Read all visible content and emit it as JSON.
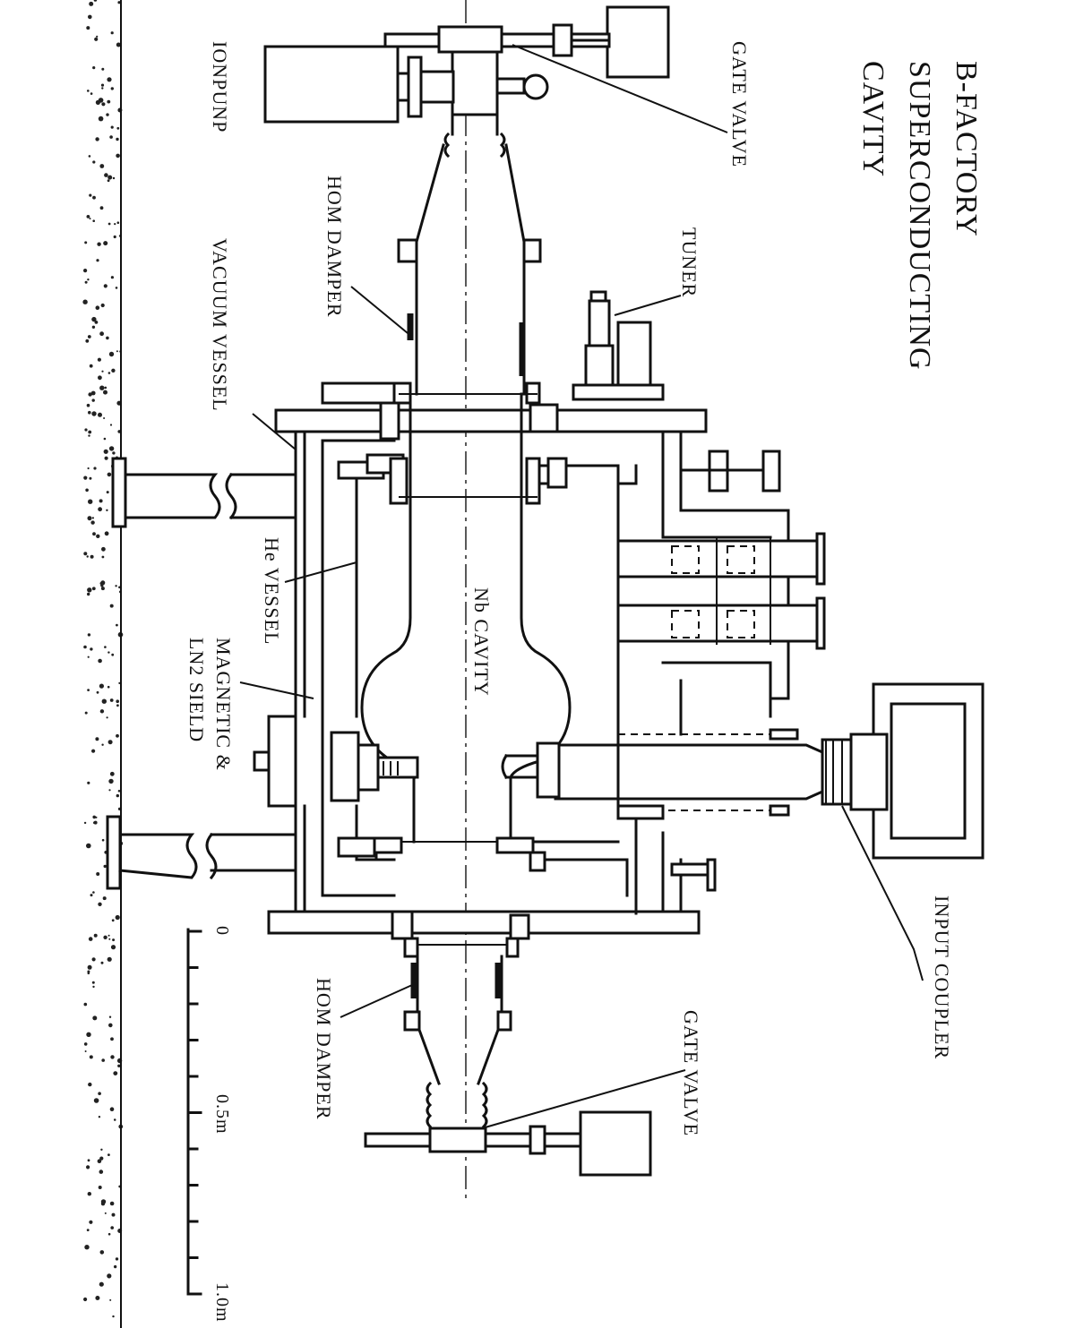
{
  "title_lines": [
    "B-FACTORY",
    "SUPERCONDUCTING",
    "CAVITY"
  ],
  "labels": {
    "gate_valve_top": "GATE VALVE",
    "gate_valve_bottom": "GATE VALVE",
    "ion_pump": "IONPUNP",
    "hom_damper_top": "HOM DAMPER",
    "hom_damper_bottom": "HOM DAMPER",
    "tuner": "TUNER",
    "vacuum_vessel": "VACUUM VESSEL",
    "he_vessel": "He VESSEL",
    "nb_cavity": "Nb CAVITY",
    "magnetic_shield_line1": "MAGNETIC &",
    "magnetic_shield_line2": "LN2 SIELD",
    "input_coupler": "INPUT COUPLER"
  },
  "scale_bar": {
    "ticks": [
      "0",
      "0.5m",
      "1.0m"
    ]
  }
}
